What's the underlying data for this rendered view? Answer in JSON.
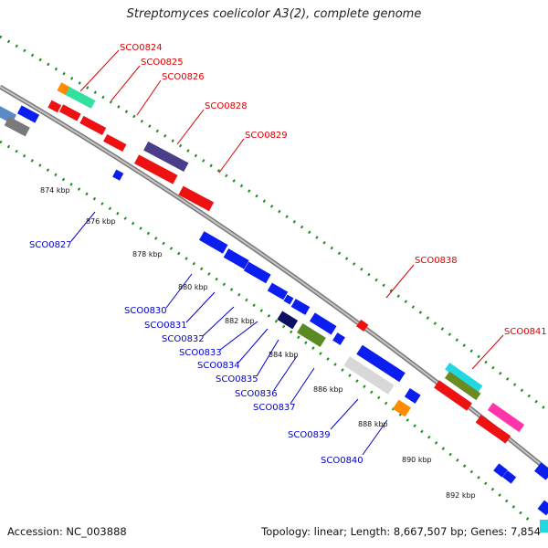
{
  "title": "Streptomyces coelicolor A3(2), complete genome",
  "footer": {
    "accession": "Accession: NC_003888",
    "topology": "Topology: linear; Length: 8,667,507 bp; Genes: 7,854"
  },
  "colors": {
    "forward_label": "#dd0000",
    "reverse_label": "#0000cc",
    "backbone": "#9a9a9a",
    "dots": "#1a8a1a"
  },
  "tick_labels": [
    "874 kbp",
    "876 kbp",
    "878 kbp",
    "880 kbp",
    "882 kbp",
    "884 kbp",
    "886 kbp",
    "888 kbp",
    "890 kbp",
    "892 kbp"
  ],
  "forward_labels": [
    "SCO0824",
    "SCO0825",
    "SCO0826",
    "SCO0828",
    "SCO0829",
    "SCO0838",
    "SCO0841"
  ],
  "reverse_labels": [
    "SCO0827",
    "SCO0830",
    "SCO0831",
    "SCO0832",
    "SCO0833",
    "SCO0834",
    "SCO0835",
    "SCO0836",
    "SCO0837",
    "SCO0839",
    "SCO0840"
  ]
}
